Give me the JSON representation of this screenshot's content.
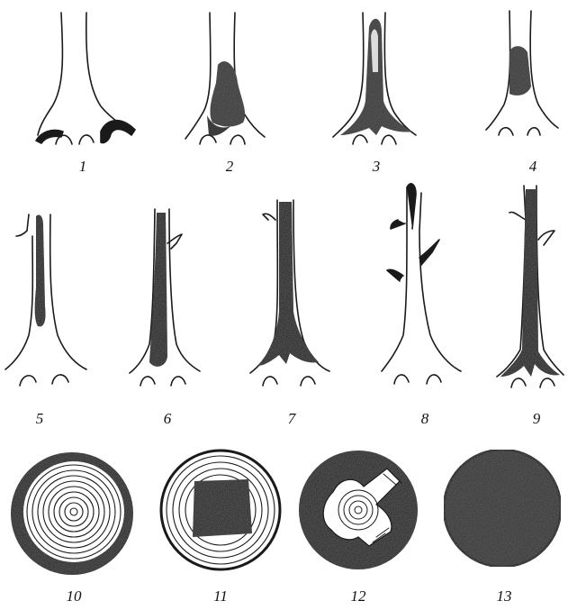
{
  "figure": {
    "labels": [
      "1",
      "2",
      "3",
      "4",
      "5",
      "6",
      "7",
      "8",
      "9",
      "10",
      "11",
      "12",
      "13"
    ],
    "ink_color": "#1a1a1a",
    "rot_color": "#3c3c3c",
    "background": "#ffffff"
  }
}
